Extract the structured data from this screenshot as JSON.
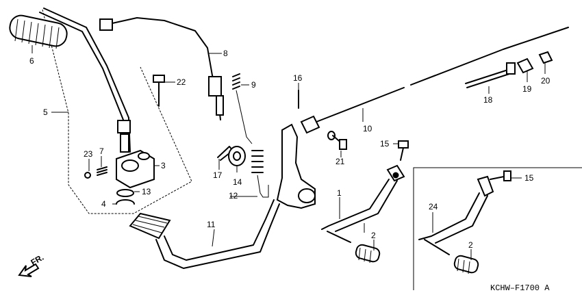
{
  "diagram": {
    "callouts": {
      "c1": "1",
      "c2a": "2",
      "c2b": "2",
      "c3": "3",
      "c4": "4",
      "c5": "5",
      "c6": "6",
      "c7": "7",
      "c8": "8",
      "c9": "9",
      "c10": "10",
      "c11": "11",
      "c12": "12",
      "c13": "13",
      "c14": "14",
      "c15a": "15",
      "c15b": "15",
      "c16": "16",
      "c17": "17",
      "c18": "18",
      "c19": "19",
      "c20": "20",
      "c21": "21",
      "c22": "22",
      "c23": "23",
      "c24": "24"
    },
    "direction_label": "FR.",
    "diagram_code": "KCHW–F1700 A"
  }
}
